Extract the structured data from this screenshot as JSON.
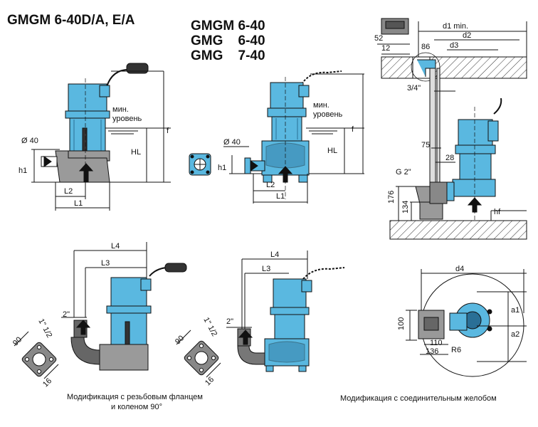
{
  "titles": {
    "left": "GMGM 6-40D/A, E/A",
    "models": [
      "GMGM 6-40",
      "GMG    6-40",
      "GMG    7-40"
    ]
  },
  "labels": {
    "min_level_1": "мин.",
    "min_level_2": "уровень",
    "d40": "Ø 40",
    "h1": "h1",
    "HL": "HL",
    "f": "f",
    "L1": "L1",
    "L2": "L2",
    "L3": "L3",
    "L4": "L4",
    "d1": "d1 min.",
    "d2": "d2",
    "d3": "d3",
    "d4": "d4",
    "n52": "52",
    "n12": "12",
    "n86": "86",
    "n3_4": "3/4\"",
    "n75": "75",
    "n28": "28",
    "g2": "G 2\"",
    "n176": "176",
    "n134": "134",
    "hf": "hf",
    "n90": "90",
    "n16": "16",
    "n1_5": "1\" 1/2",
    "n2in": "2\"",
    "n100": "100",
    "n110": "110",
    "n136": "136",
    "r6": "R6",
    "a1": "a1",
    "a2": "a2"
  },
  "captions": {
    "left_1": "Модификация с резьбовым фланцем",
    "left_2": "и коленом 90°",
    "right": "Модификация с соединительным желобом"
  },
  "colors": {
    "pump": "#5ab8e0",
    "pump_dark": "#2a6f96",
    "base": "#9a9a9a",
    "line": "#111111"
  }
}
